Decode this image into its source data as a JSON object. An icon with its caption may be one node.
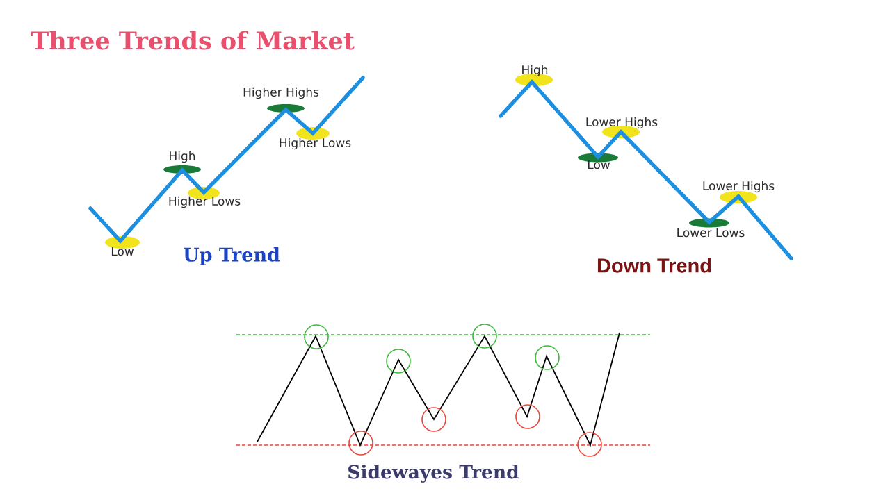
{
  "diagram": {
    "title": "Three Trends of Market",
    "labels": [
      "Low",
      "High",
      "Higher Lows",
      "Higher Highs",
      "Higher Lows",
      "Up Trend",
      "High",
      "Lower Highs",
      "Low",
      "Lower Highs",
      "Lower Lows",
      "Down Trend",
      "Sidewayes Trend"
    ]
  }
}
